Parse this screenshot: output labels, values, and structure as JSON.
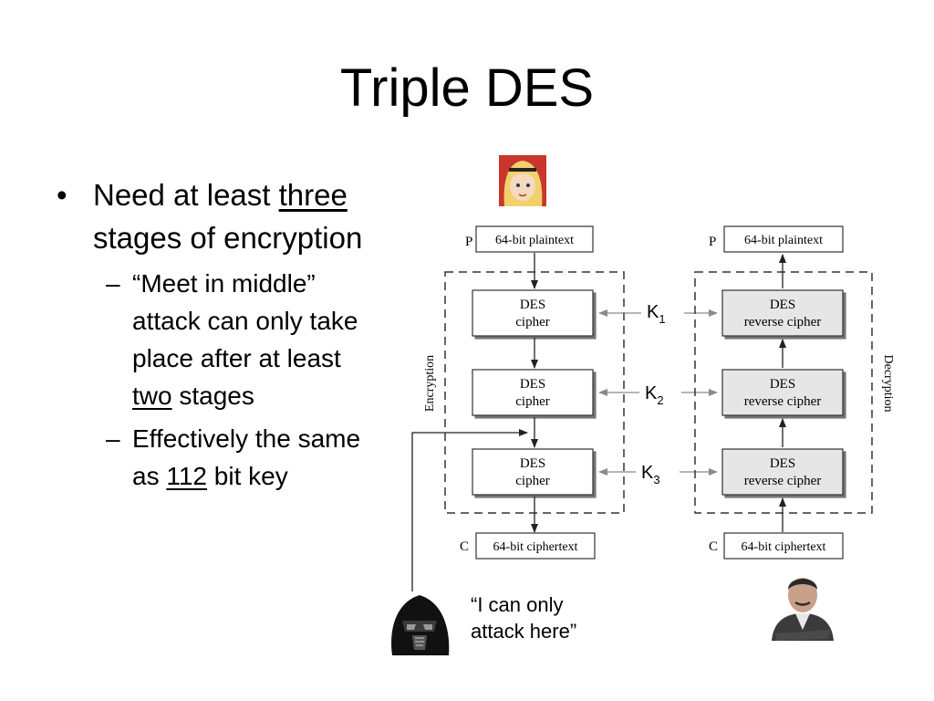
{
  "title": "Triple DES",
  "bullet": {
    "pre": "Need at least",
    "underline": "three",
    "post": "stages of encryption"
  },
  "sub1": {
    "pre": "“Meet in middle” attack can only take place after at least",
    "underline": "two",
    "post": "stages"
  },
  "sub2": {
    "pre": "Effectively the same as",
    "underline": "112",
    "post": "bit key"
  },
  "diagram": {
    "p_label": "P",
    "c_label": "C",
    "plaintext": "64-bit plaintext",
    "ciphertext": "64-bit ciphertext",
    "des": "DES",
    "cipher": "cipher",
    "reverse_cipher": "reverse cipher",
    "k": "K",
    "k1_sub": "1",
    "k2_sub": "2",
    "k3_sub": "3",
    "encryption": "Encryption",
    "decryption": "Decryption"
  },
  "quote_line1": "“I can only",
  "quote_line2": "attack here”",
  "colors": {
    "box_fill": "#e6e6e6",
    "arrow": "#8a8a8a",
    "stroke": "#333333"
  }
}
